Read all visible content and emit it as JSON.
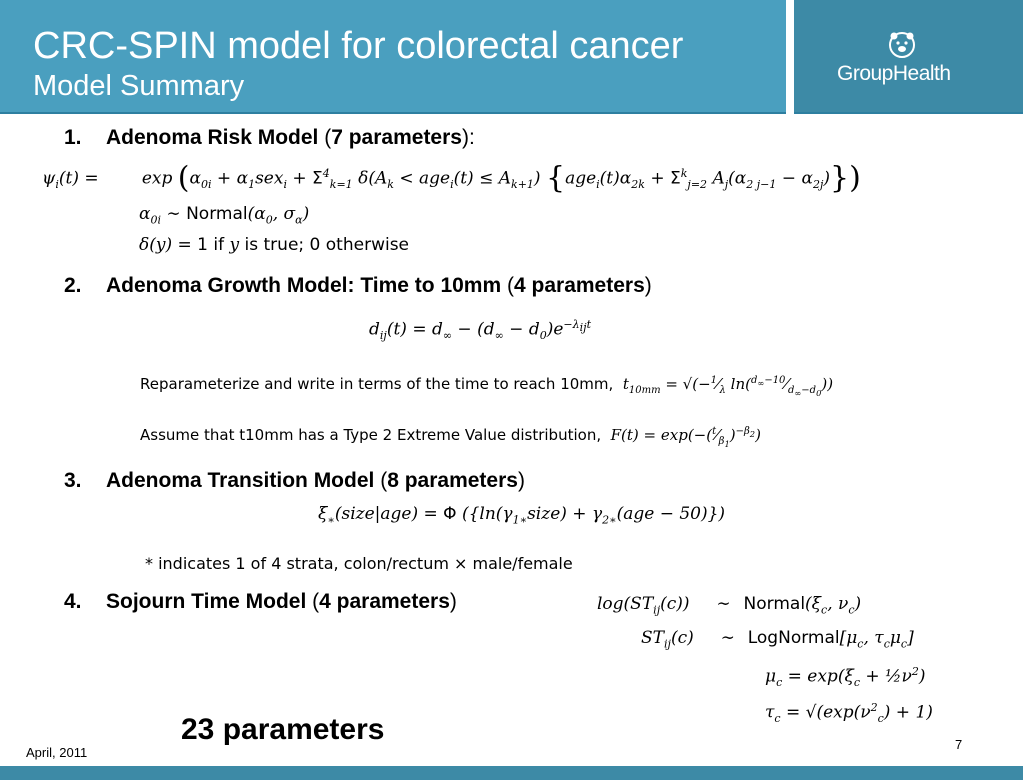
{
  "header": {
    "title": "CRC-SPIN model for colorectal cancer",
    "subtitle": "Model Summary",
    "logo_text": "GroupHealth",
    "logo_icon": "grouphealth-bear-icon",
    "colors": {
      "header_bg": "#4a9fbf",
      "logo_bg": "#3d8aa6",
      "text": "#ffffff"
    }
  },
  "sections": [
    {
      "number": "1.",
      "title": "Adenoma Risk Model",
      "params": "7 parameters",
      "tail": ":"
    },
    {
      "number": "2.",
      "title": "Adenoma Growth Model: Time to 10mm",
      "params": "4 parameters",
      "tail": ""
    },
    {
      "number": "3.",
      "title": "Adenoma Transition Model",
      "params": "8 parameters",
      "tail": ""
    },
    {
      "number": "4.",
      "title": "Sojourn Time Model",
      "params": "4 parameters",
      "tail": ""
    }
  ],
  "equations": {
    "risk_main": "ψi(t) = exp(α0i + α1 sexi + Σ(k=1..4) δ(Ak < agei(t) ≤ Ak+1){agei(t)α2k + Σ(j=2..k) Aj(α2 j−1 − α2j)})",
    "risk_alpha": "α0i ~ Normal(α0, σα)",
    "risk_delta": "δ(y) = 1 if y is true; 0 otherwise",
    "growth_main": "dij(t) = d∞ − (d∞ − d0)e^(−λij t)",
    "growth_reparam_text": "Reparameterize and write in terms of the time to reach 10mm,",
    "growth_reparam_eq": "t10mm = √(−(1/λ) ln((d∞−10)/(d∞−d0)))",
    "growth_assume_text": "Assume that t10mm has a Type 2 Extreme Value distribution,",
    "growth_assume_eq": "F(t) = exp(−(t/β1)^(−β2))",
    "transition_main": "ξ*(size|age) = Φ({ln(γ1* size) + γ2*(age − 50)})",
    "transition_note": "* indicates 1 of 4 strata, colon/rectum × male/female",
    "sojourn_1": "log(STij(c)) ~ Normal(ξc, νc)",
    "sojourn_2": "STij(c) ~ LogNormal[μc, τc μc]",
    "sojourn_3": "μc = exp(ξc + ½ν²)",
    "sojourn_4": "τc = √(exp(νc²) + 1)"
  },
  "footer": {
    "total": "23 parameters",
    "date": "April, 2011",
    "page_number": "7"
  }
}
